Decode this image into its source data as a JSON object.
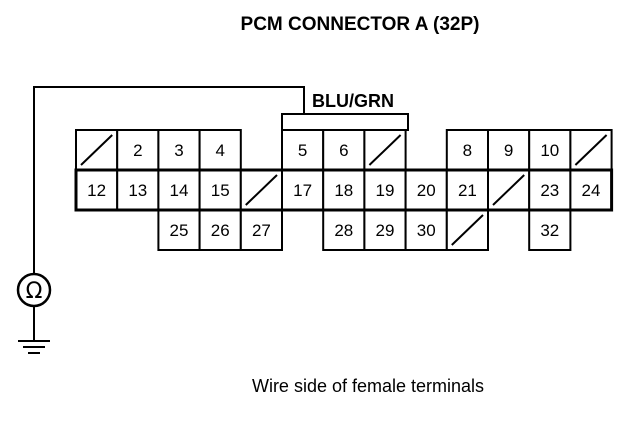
{
  "title": "PCM CONNECTOR A (32P)",
  "wire_label": "BLU/GRN",
  "caption": "Wire side of female terminals",
  "meter_symbol": "Ω",
  "connector": {
    "rows": [
      [
        "blank",
        "2",
        "3",
        "4",
        "gap",
        "5",
        "6",
        "blank",
        "gap",
        "8",
        "9",
        "10",
        "blank"
      ],
      [
        "12",
        "13",
        "14",
        "15",
        "blank",
        "17",
        "18",
        "19",
        "20",
        "21",
        "blank",
        "23",
        "24"
      ],
      [
        "gap",
        "gap",
        "25",
        "26",
        "27",
        "gap",
        "28",
        "29",
        "30",
        "blank",
        "gap",
        "32",
        "gap"
      ]
    ],
    "probed_terminal": "5"
  }
}
